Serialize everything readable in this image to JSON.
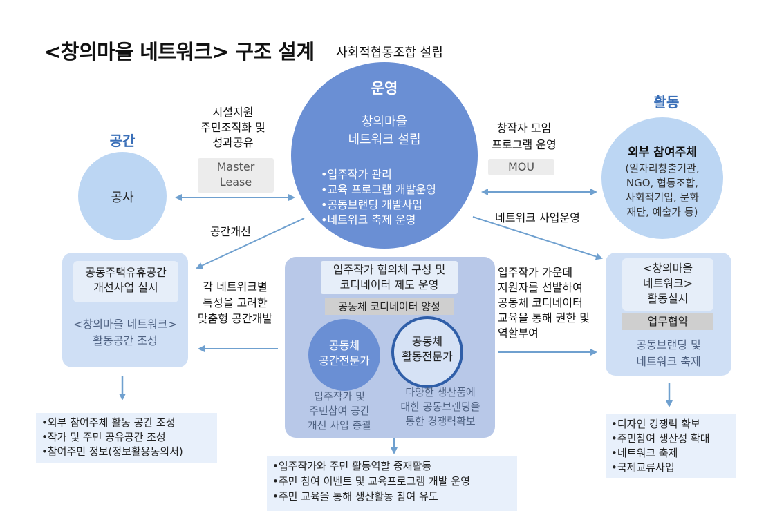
{
  "title": {
    "main": "<창의마을 네트워크> 구조 설계",
    "sub": "사회적협동조합 설립"
  },
  "center": {
    "section_label": "운영",
    "heading_line1": "창의마을",
    "heading_line2": "네트워크 설립",
    "items": [
      "입주작가 관리",
      "교육 프로그램 개발운영",
      "공동브랜딩 개발사업",
      "네트워크 축제 운영"
    ]
  },
  "left": {
    "section_label": "공간",
    "circle_text": "공사",
    "edge_top_lines": [
      "시설지원",
      "주민조직화 및",
      "성과공유"
    ],
    "lease_lines": [
      "Master",
      "Lease"
    ],
    "edge_improve": "공간개선",
    "panel_box_lines": [
      "공동주택유휴공간",
      "개선사업 실시"
    ],
    "panel_text_lines": [
      "<창의마을 네트워크>",
      "활동공간 조성"
    ],
    "bullets": [
      "외부 참여주체 활동 공간 조성",
      "작가 및 주민 공유공간 조성",
      "참여주민 정보(정보활용동의서)"
    ]
  },
  "right": {
    "section_label": "활동",
    "circle_title": "외부 참여주체",
    "circle_lines": [
      "(일자리창출기관,",
      "NGO, 협동조합,",
      "사회적기업, 문화",
      "재단, 예술가 등)"
    ],
    "edge_top_lines": [
      "창작자 모임",
      "프로그램 운영"
    ],
    "mou": "MOU",
    "edge_network": "네트워크 사업운영",
    "panel_box_lines": [
      "<창의마을",
      "네트워크>",
      "활동실시"
    ],
    "panel_tag": "업무협약",
    "panel_text_lines": [
      "공동브랜딩 및",
      "네트워크 축제"
    ],
    "bullets": [
      "디자인 경쟁력 확보",
      "주민참여 생산성 확대",
      "네트워크 축제",
      "국제교류사업"
    ]
  },
  "middle": {
    "box_lines": [
      "입주작가 협의체 구성 및",
      "코디네이터 제도 운영"
    ],
    "tag": "공동체 코디네이터 양성",
    "left_note_lines": [
      "각 네트워크별",
      "특성을 고려한",
      "맞춤형 공간개발"
    ],
    "right_note_lines": [
      "입주작가 가운데",
      "지원자를 선발하여",
      "공동체 코디네이터",
      "교육을 통해 권한 및",
      "역할부여"
    ],
    "circle1_lines": [
      "공동체",
      "공간전문가"
    ],
    "circle2_lines": [
      "공동체",
      "활동전문가"
    ],
    "caption1_lines": [
      "입주작가 및",
      "주민참여 공간",
      "개선 사업 총괄"
    ],
    "caption2_lines": [
      "다양한 생산품에",
      "대한 공동브랜딩을",
      "통한 경쟁력확보"
    ],
    "bullets": [
      "입주작가와 주민 활동역할 중재활동",
      "주민 참여 이벤트  및 교육프로그램 개발 운영",
      "주민 교육을 통해 생산활동 참여 유도"
    ]
  },
  "colors": {
    "main_circle": "#6a8fd4",
    "light_circle": "#bcd6f3",
    "panel": "#cfdff5",
    "center_panel": "#b8c8e8",
    "arrow": "#6fa0cf",
    "label_blue": "#3a6fb8",
    "dark_ring": "#2f5ea8"
  }
}
